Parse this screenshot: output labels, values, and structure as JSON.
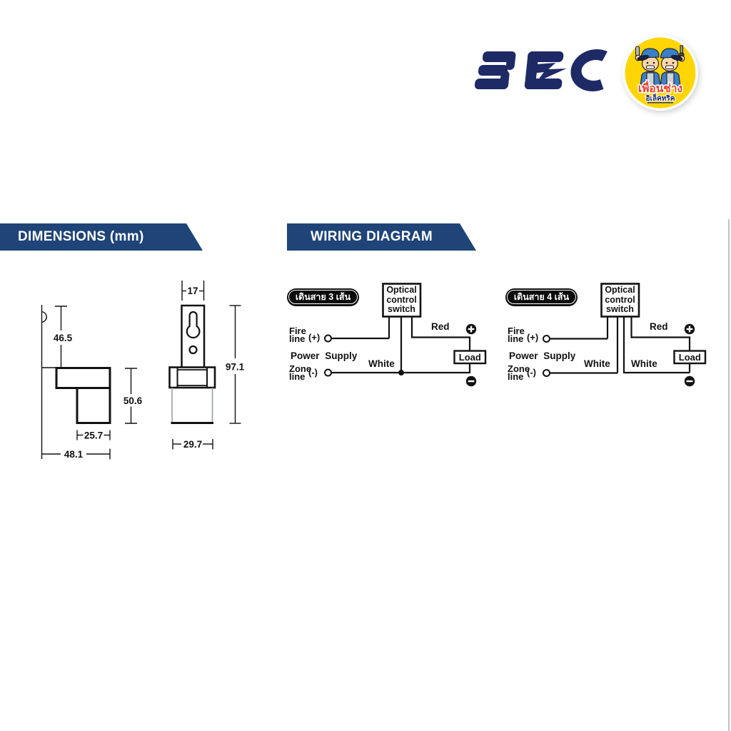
{
  "colors": {
    "navy": "#1e2a66",
    "banner-blue": "#1e4478",
    "badge-yellow": "#ffd503",
    "badge-red": "#e8402a",
    "ink": "#111111"
  },
  "header": {
    "logo_text": "BEC",
    "badge": {
      "line1": "เพื่อนช่าง",
      "line2": "อิเล็คทริค"
    }
  },
  "banners": {
    "dimensions": "DIMENSIONS (mm)",
    "wiring": "WIRING DIAGRAM"
  },
  "dimensions": {
    "side_view": {
      "top_height": "46.5",
      "body_height": "50.6",
      "body_width": "25.7",
      "total_width": "48.1"
    },
    "front_view": {
      "tab_width": "17",
      "total_height": "97.1",
      "total_width": "29.7"
    }
  },
  "wiring": {
    "diagram3": {
      "tag": "เดินสาย 3 เส้น",
      "switch": "Optical control switch",
      "fire": "Fire line",
      "fire_pol": "(+)",
      "power": "Power Supply",
      "zone": "Zone line",
      "zone_pol": "(-)",
      "white": "White",
      "red": "Red",
      "load": "Load"
    },
    "diagram4": {
      "tag": "เดินสาย 4 เส้น",
      "switch": "Optical control switch",
      "fire": "Fire line",
      "fire_pol": "(+)",
      "power": "Power Supply",
      "zone": "Zone line",
      "zone_pol": "(-)",
      "white1": "White",
      "white2": "White",
      "red": "Red",
      "load": "Load"
    }
  }
}
